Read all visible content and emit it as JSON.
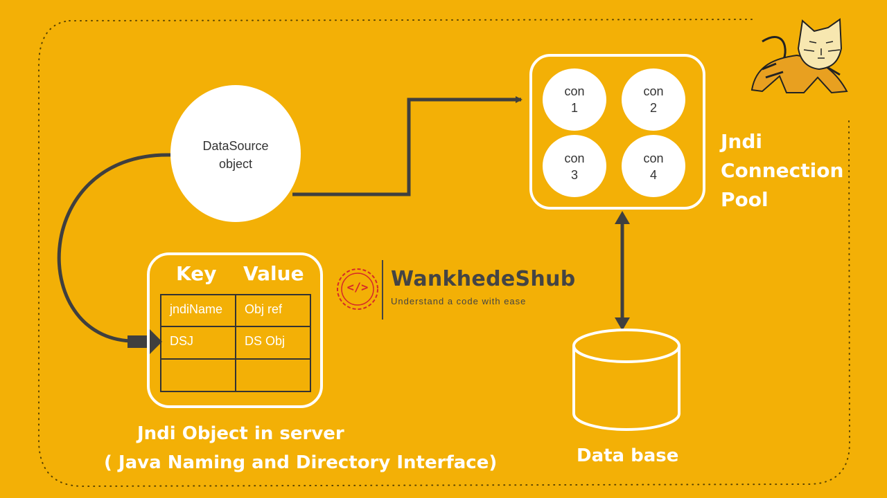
{
  "datasource": {
    "label": "DataSource object"
  },
  "pool": {
    "title_line1": "Jndi",
    "title_line2": "Connection",
    "title_line3": "Pool",
    "connections": [
      {
        "word": "con",
        "num": "1"
      },
      {
        "word": "con",
        "num": "2"
      },
      {
        "word": "con",
        "num": "3"
      },
      {
        "word": "con",
        "num": "4"
      }
    ]
  },
  "jndi_table": {
    "headers": [
      "Key",
      "Value"
    ],
    "rows": [
      [
        "jndiName",
        "Obj ref"
      ],
      [
        "DSJ",
        "DS Obj"
      ],
      [
        "",
        ""
      ]
    ]
  },
  "jndi_caption": {
    "line1": "Jndi Object in server",
    "line2": "( Java Naming and Directory Interface)"
  },
  "database": {
    "label": "Data base"
  },
  "brand": {
    "name": "WankhedeShub",
    "tagline": "Understand a code with ease",
    "icon_text": "</>",
    "color": "#D62828"
  },
  "colors": {
    "background": "#F3B006",
    "foreground": "#FFFFFF",
    "arrow": "#3F3F3F"
  }
}
